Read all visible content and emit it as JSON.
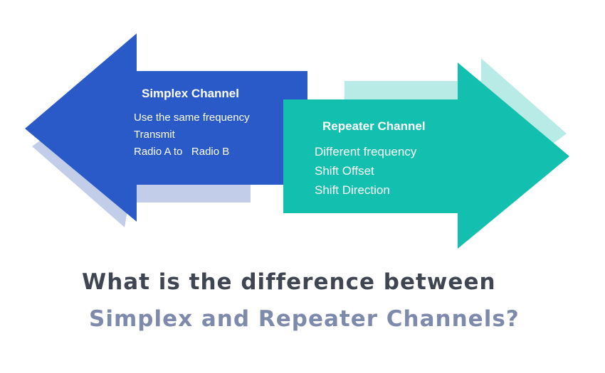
{
  "simplex": {
    "title": "Simplex Channel",
    "lines": [
      "Use the same frequency",
      "Transmit",
      "Radio A to   Radio B"
    ],
    "color": "#2a5ac8",
    "shadow_color": "#c2cdea"
  },
  "repeater": {
    "title": "Repeater Channel",
    "lines": [
      "Different frequency",
      "Shift Offset",
      "Shift Direction"
    ],
    "color": "#13bfae",
    "shadow_color": "#b9ebe6"
  },
  "question": {
    "line1": "What is the difference between",
    "line2": "Simplex and Repeater Channels?"
  }
}
